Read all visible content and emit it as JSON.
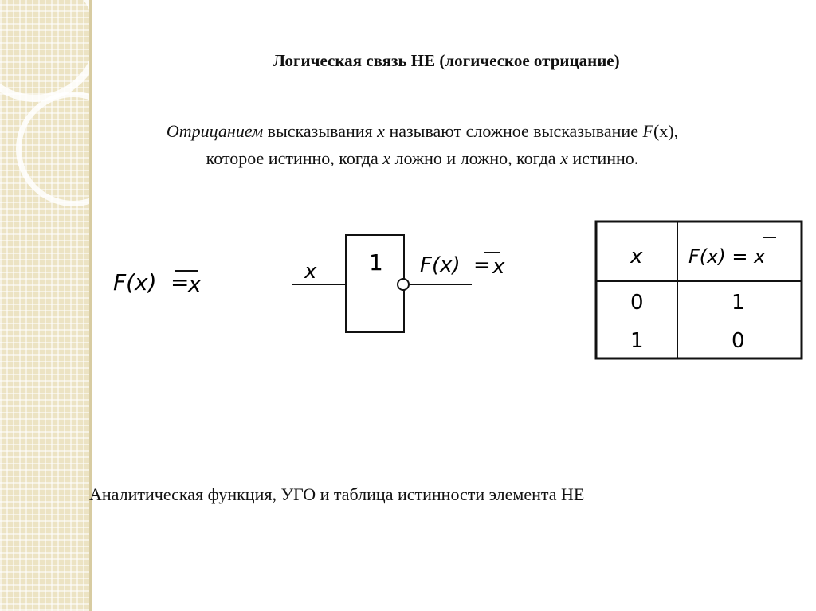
{
  "title": "Логическая связь НЕ (логическое отрицание)",
  "definition": {
    "term": "Отрицанием",
    "line1_rest_a": " высказывания ",
    "var1": "x",
    "line1_rest_b": " называют сложное высказывание ",
    "func": "F",
    "line1_rest_c": "(x),",
    "line2_a": "которое истинно, когда ",
    "var2": "x",
    "line2_b": " ложно и ложно, когда ",
    "var3": "x",
    "line2_c": " истинно."
  },
  "formula": {
    "lhs": "F(x)",
    "eq": "=",
    "rhs": "x"
  },
  "gate": {
    "input": "x",
    "symbol": "1",
    "output": "F(x)",
    "eq": "=",
    "neg": "x"
  },
  "truth_table": {
    "headers": [
      "x",
      "F(x) = x"
    ],
    "rows": [
      [
        "0",
        "1"
      ],
      [
        "1",
        "0"
      ]
    ]
  },
  "caption": "Аналитическая функция, УГО и таблица истинности элемента НЕ",
  "colors": {
    "sidebar": "#ece3c3",
    "text": "#111111"
  }
}
